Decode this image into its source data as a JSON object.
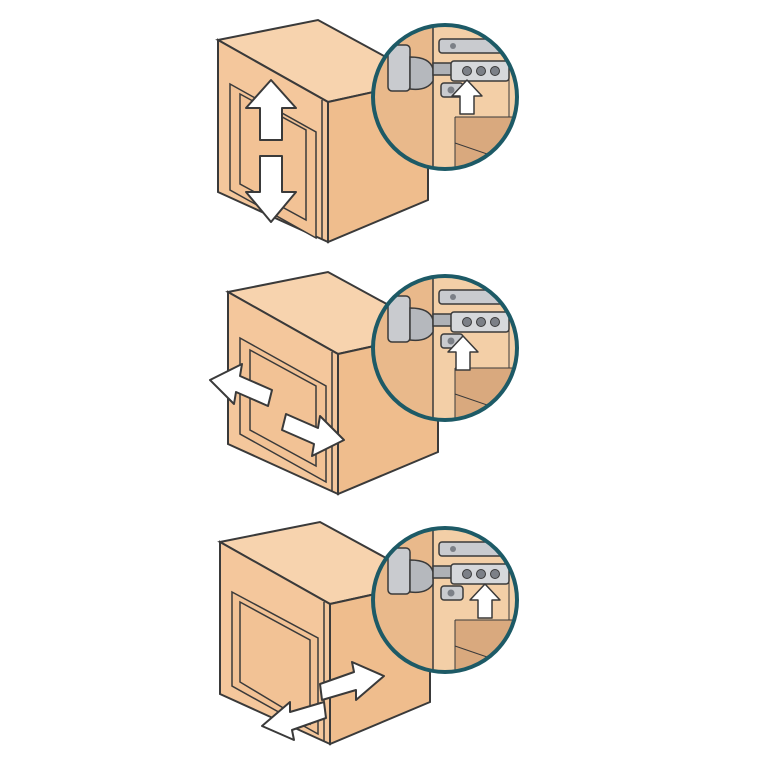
{
  "figure": {
    "subject": "cabinet-hinge-adjustment",
    "colors": {
      "background": "#ffffff",
      "wood_front": "#f4c79c",
      "wood_top": "#f7d3ae",
      "wood_side": "#efbd8d",
      "panel_inner": "#f2c295",
      "outline": "#3a3a3a",
      "detail_ring": "#1d5a66",
      "detail_bg": "#f3cfa7",
      "detail_wall": "#d9a97e",
      "hinge_metal": "#c9cbcf",
      "hinge_dark": "#7c8087",
      "arrow_fill": "#ffffff"
    },
    "steps": [
      {
        "id": "step-1",
        "door_motion": "up-down",
        "screw_highlighted": "front"
      },
      {
        "id": "step-2",
        "door_motion": "left-right",
        "screw_highlighted": "middle"
      },
      {
        "id": "step-3",
        "door_motion": "in-out",
        "screw_highlighted": "rear"
      }
    ],
    "icons": {
      "vertical_arrows": "up-down-arrows-icon",
      "horizontal_arrows": "left-right-arrows-icon",
      "depth_arrows": "in-out-arrows-icon",
      "screw_pointer": "arrow-up-icon"
    }
  }
}
